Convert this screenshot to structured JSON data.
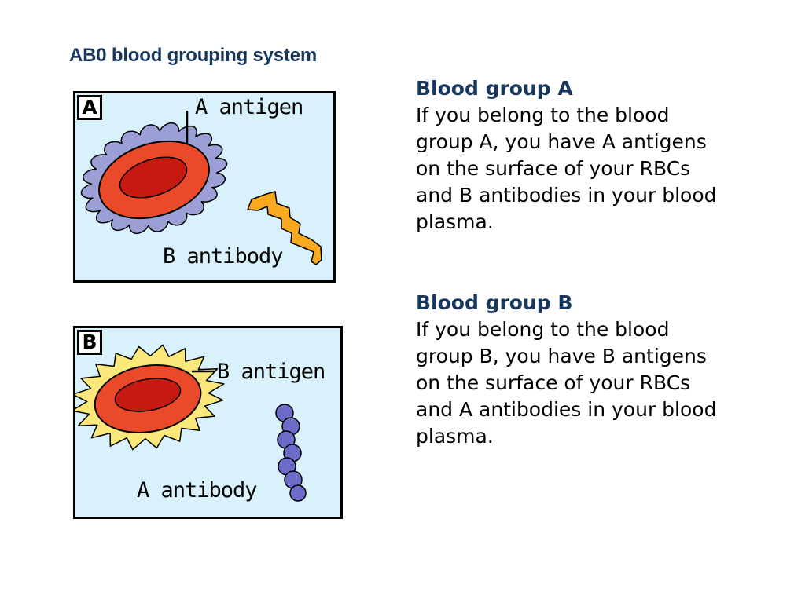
{
  "title": "AB0 blood grouping system",
  "panels": [
    {
      "letter": "A",
      "antigen_label": "A antigen",
      "antibody_label": "B antibody"
    },
    {
      "letter": "B",
      "antigen_label": "B antigen",
      "antibody_label": "A antibody"
    }
  ],
  "sections": [
    {
      "heading": "Blood group A",
      "body": "If you belong to the blood group A, you have A antigens on the surface of your RBCs and B antibodies in your blood plasma."
    },
    {
      "heading": "Blood group B",
      "body": "If you belong to the blood group B, you have B antigens on the surface of your RBCs and A antibodies in your blood plasma."
    }
  ],
  "colors": {
    "heading": "#17375e",
    "panel_bg": "#d8f1fb",
    "rbc_outer": "#ea4a2a",
    "rbc_inner": "#c61a10",
    "antigen_a": "#9b9fd6",
    "antigen_b": "#fbe87a",
    "antibody_b": "#f8a920",
    "antibody_a": "#6c6bc7"
  }
}
